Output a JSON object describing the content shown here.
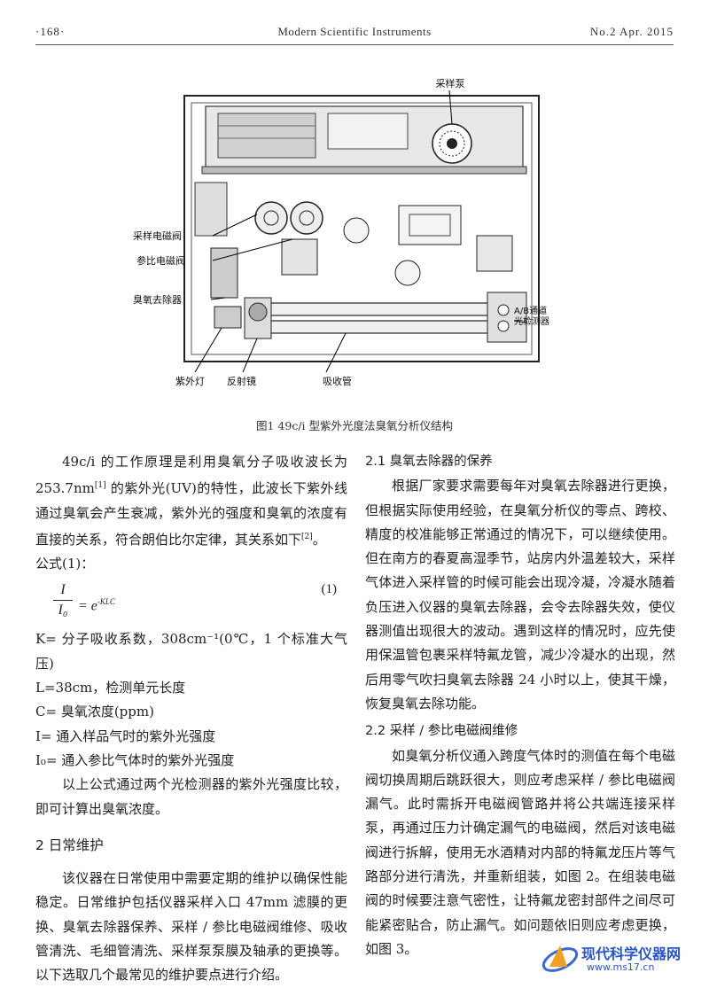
{
  "header": {
    "page_number": "·168·",
    "journal": "Modern Scientific Instruments",
    "issue": "No.2  Apr.  2015"
  },
  "figure": {
    "labels": {
      "pump": "采样泵",
      "sample_valve": "采样电磁阀",
      "ref_valve": "参比电磁阀",
      "scrubber": "臭氧去除器",
      "detector_line1": "A/B通道",
      "detector_line2": "光检测器",
      "uv_lamp": "紫外灯",
      "mirror": "反射镜",
      "absorption_tube": "吸收管"
    },
    "caption": "图1   49c/i 型紫外光度法臭氧分析仪结构"
  },
  "left": {
    "intro_a": "49c/i 的工作原理是利用臭氧分子吸收波长为 253.7nm",
    "intro_sup1": "[1]",
    "intro_b": " 的紫外光(UV)的特性，此波长下紫外线通过臭氧会产生衰减，紫外光的强度和臭氧的浓度有直接的关系，符合朗伯比尔定律，其关系如下",
    "intro_sup2": "[2]",
    "intro_c": "。",
    "formula_label": "公式(1)：",
    "formula_num": "I",
    "formula_den": "I₀",
    "formula_rhs": "= e",
    "formula_exp": "-KLC",
    "formula_no": "(1)",
    "def_k": "K= 分子吸收系数，308cm⁻¹(0℃，1 个标准大气压)",
    "def_l": "L=38cm，检测单元长度",
    "def_c": "C= 臭氧浓度(ppm)",
    "def_i": "I= 通入样品气时的紫外光强度",
    "def_i0": "I₀= 通入参比气体时的紫外光强度",
    "conclusion": "以上公式通过两个光检测器的紫外光强度比较，即可计算出臭氧浓度。",
    "section2_title": "2   日常维护",
    "section2_text": "该仪器在日常使用中需要定期的维护以确保性能稳定。日常维护包括仪器采样入口 47mm 滤膜的更换、臭氧去除器保养、采样 / 参比电磁阀维修、吸收管清洗、毛细管清洗、采样泵泵膜及轴承的更换等。以下选取几个最常见的维护要点进行介绍。"
  },
  "right": {
    "s21_title": "2.1   臭氧去除器的保养",
    "s21_text": "根据厂家要求需要每年对臭氧去除器进行更换，但根据实际使用经验，在臭氧分析仪的零点、跨校、精度的校准能够正常通过的情况下，可以继续使用。但在南方的春夏高湿季节，站房内外温差较大，采样气体进入采样管的时候可能会出现冷凝，冷凝水随着负压进入仪器的臭氧去除器，会令去除器失效，使仪器测值出现很大的波动。遇到这样的情况时，应先使用保温管包裹采样特氟龙管，减少冷凝水的出现，然后用零气吹扫臭氧去除器 24 小时以上，使其干燥，恢复臭氧去除功能。",
    "s22_title": "2.2   采样 / 参比电磁阀维修",
    "s22_text": "如臭氧分析仪通入跨度气体时的测值在每个电磁阀切换周期后跳跃很大，则应考虑采样 / 参比电磁阀漏气。此时需拆开电磁阀管路并将公共端连接采样泵，再通过压力计确定漏气的电磁阀，然后对该电磁阀进行拆解，使用无水酒精对内部的特氟龙压片等气路部分进行清洗，并重新组装，如图 2。在组装电磁阀的时候要注意气密性，让特氟龙密封部件之间尽可能紧密贴合，防止漏气。如问题依旧则应考虑更换，如图 3。"
  },
  "watermark": {
    "name": "现代科学仪器网",
    "url": "www.ms17.cn"
  }
}
